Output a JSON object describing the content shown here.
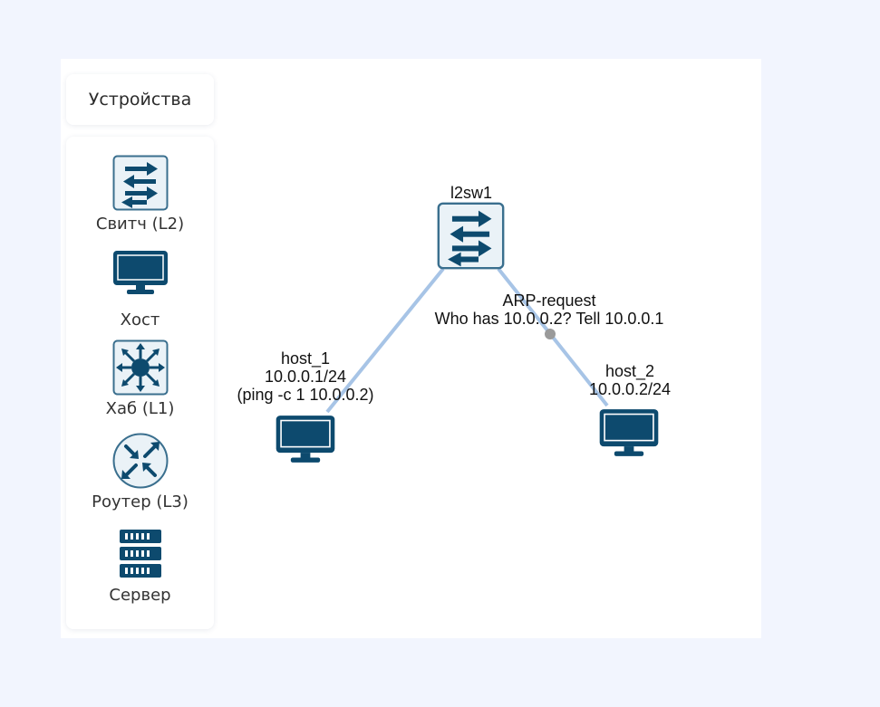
{
  "sidebar": {
    "title": "Устройства",
    "items": [
      {
        "label": "Свитч (L2)",
        "icon": "switch-icon"
      },
      {
        "label": "Хост",
        "icon": "host-icon"
      },
      {
        "label": "Хаб (L1)",
        "icon": "hub-icon"
      },
      {
        "label": "Роутер (L3)",
        "icon": "router-icon"
      },
      {
        "label": "Сервер",
        "icon": "server-icon"
      }
    ]
  },
  "topology": {
    "nodes": [
      {
        "id": "l2sw1",
        "type": "switch",
        "lines": [
          "l2sw1"
        ]
      },
      {
        "id": "host_1",
        "type": "host",
        "lines": [
          "host_1",
          "10.0.0.1/24",
          "(ping -c 1 10.0.0.2)"
        ]
      },
      {
        "id": "host_2",
        "type": "host",
        "lines": [
          "host_2",
          "10.0.0.2/24"
        ]
      }
    ],
    "links": [
      {
        "from": "l2sw1",
        "to": "host_1"
      },
      {
        "from": "l2sw1",
        "to": "host_2"
      }
    ],
    "packet": {
      "lines": [
        "ARP-request",
        "Who has 10.0.0.2? Tell 10.0.0.1"
      ]
    }
  },
  "colors": {
    "icon": "#0d4a6e",
    "icon_bg": "#eaf2f7",
    "link": "#a7c4e6",
    "packet_dot": "#9a9a9a",
    "background": "#f2f5fe"
  }
}
